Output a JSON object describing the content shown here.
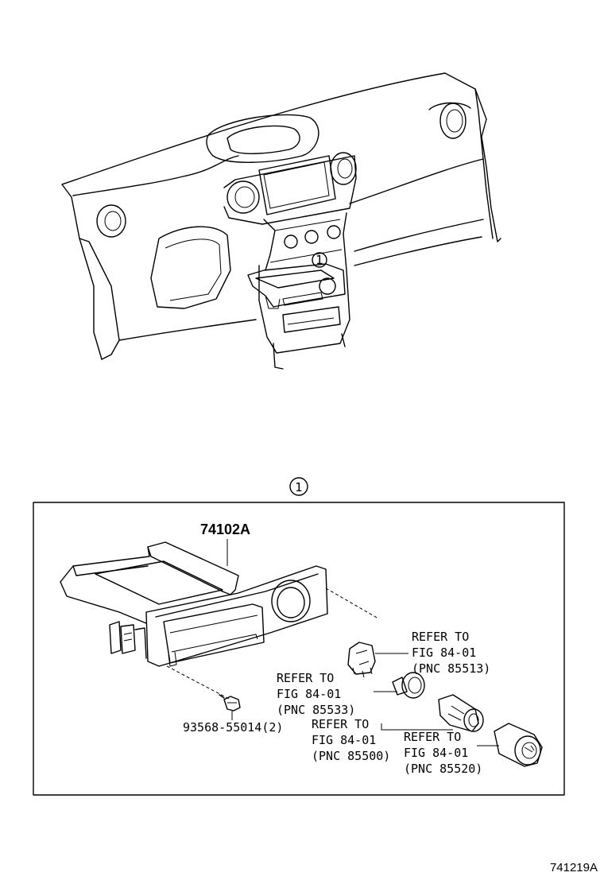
{
  "callout_marker": "1",
  "detail": {
    "part_number": "74102A",
    "fastener": "93568-55014(2)",
    "references": [
      {
        "line1": "REFER TO",
        "line2": "FIG 84-01",
        "line3": "(PNC 85513)"
      },
      {
        "line1": "REFER TO",
        "line2": "FIG 84-01",
        "line3": "(PNC 85533)"
      },
      {
        "line1": "REFER TO",
        "line2": "FIG 84-01",
        "line3": "(PNC 85500)"
      },
      {
        "line1": "REFER TO",
        "line2": "FIG 84-01",
        "line3": "(PNC 85520)"
      }
    ]
  },
  "figure_id": "741219A"
}
